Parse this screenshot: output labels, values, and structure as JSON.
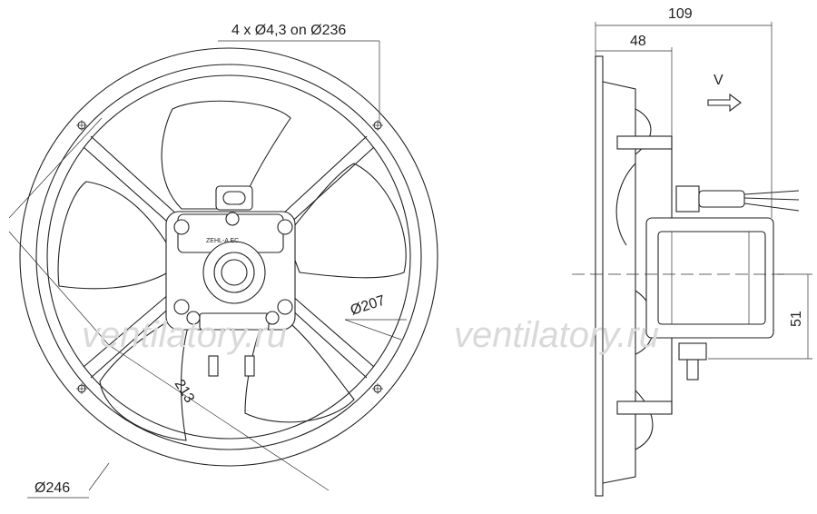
{
  "watermark": "ventilatory.ru",
  "motor_stamp": "ZEHL-A EC",
  "dimensions": {
    "holes": "4 x Ø4,3 on Ø236",
    "outer_diameter": "Ø246",
    "impeller_diameter": "Ø207",
    "diagonal": "213",
    "overall_depth": "109",
    "flange_depth": "48",
    "airflow": "V",
    "offset": "51"
  },
  "colors": {
    "line": "#222222",
    "watermark": "#d9d9d9"
  }
}
